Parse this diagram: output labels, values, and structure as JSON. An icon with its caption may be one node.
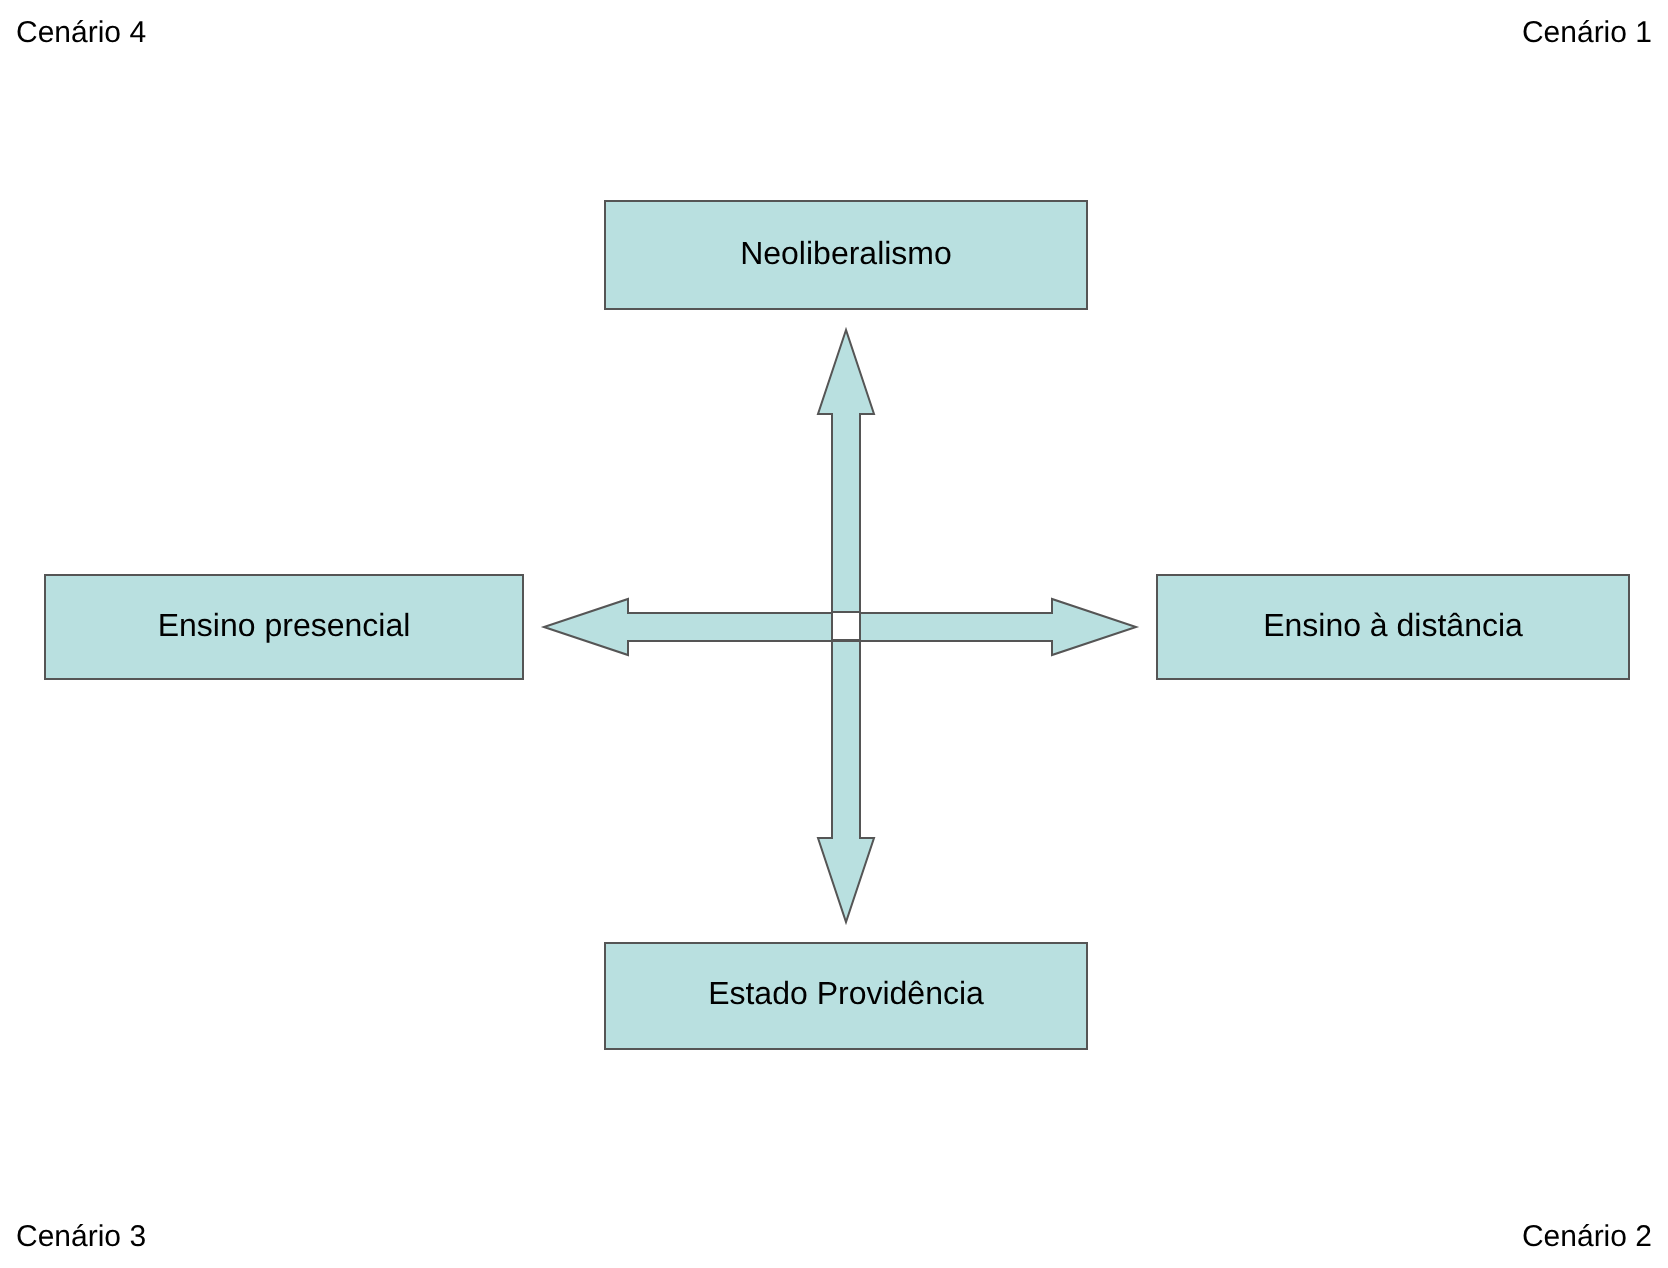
{
  "diagram": {
    "nodes": [
      {
        "text": [
          "Neoliberalismo"
        ]
      },
      {
        "text": [
          "Ensino presencial"
        ]
      },
      {
        "text": [
          "Ensino à distância"
        ]
      },
      {
        "text": [
          "Estado Providência"
        ]
      }
    ],
    "edges": [
      {
        "from": 0,
        "to": 3,
        "arrow": "both"
      },
      {
        "from": 1,
        "to": 2,
        "arrow": "both"
      }
    ],
    "labels": [
      "Cenário 4",
      "Cenário 1",
      "Cenário 3",
      "Cenário 2"
    ]
  }
}
